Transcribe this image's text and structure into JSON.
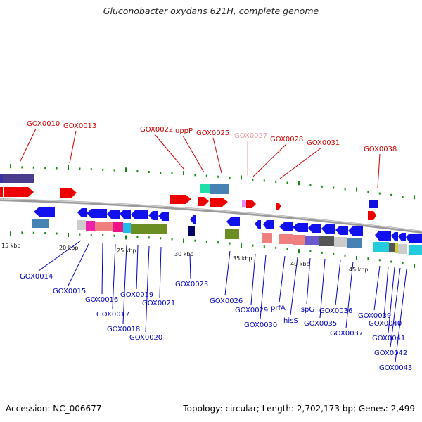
{
  "title": "Gluconobacter oxydans 621H, complete genome",
  "accession": "Accession: NC_006677",
  "summary": "Topology: circular; Length: 2,702,173 bp; Genes: 2,499",
  "colors": {
    "forward_label": "#cc0000",
    "reverse_label": "#0000bb",
    "faded_label": "#ee99aa",
    "tick": "#118811",
    "backbone": "#888888"
  },
  "kbp_ticks": [
    "15 kbp",
    "20 kbp",
    "25 kbp",
    "30 kbp",
    "35 kbp",
    "40 kbp",
    "45 kbp"
  ],
  "top_labels": [
    {
      "text": "GOX0010",
      "color": "#cc0000"
    },
    {
      "text": "GOX0013",
      "color": "#cc0000"
    },
    {
      "text": "GOX0022",
      "color": "#cc0000"
    },
    {
      "text": "uppP",
      "color": "#cc0000"
    },
    {
      "text": "GOX0025",
      "color": "#cc0000"
    },
    {
      "text": "GOX0027",
      "color": "#ee99aa"
    },
    {
      "text": "GOX0028",
      "color": "#cc0000"
    },
    {
      "text": "GOX0031",
      "color": "#cc0000"
    },
    {
      "text": "GOX0038",
      "color": "#cc0000"
    }
  ],
  "bottom_labels": [
    {
      "text": "GOX0014"
    },
    {
      "text": "GOX0015"
    },
    {
      "text": "GOX0016"
    },
    {
      "text": "GOX0017"
    },
    {
      "text": "GOX0018"
    },
    {
      "text": "GOX0019"
    },
    {
      "text": "GOX0020"
    },
    {
      "text": "GOX0021"
    },
    {
      "text": "GOX0023"
    },
    {
      "text": "GOX0026"
    },
    {
      "text": "GOX0029"
    },
    {
      "text": "GOX0030"
    },
    {
      "text": "prfA"
    },
    {
      "text": "hisS"
    },
    {
      "text": "ispG"
    },
    {
      "text": "GOX0035"
    },
    {
      "text": "GOX0036"
    },
    {
      "text": "GOX0037"
    },
    {
      "text": "GOX0039"
    },
    {
      "text": "GOX0040"
    },
    {
      "text": "GOX0041"
    },
    {
      "text": "GOX0042"
    },
    {
      "text": "GOX0043"
    }
  ]
}
